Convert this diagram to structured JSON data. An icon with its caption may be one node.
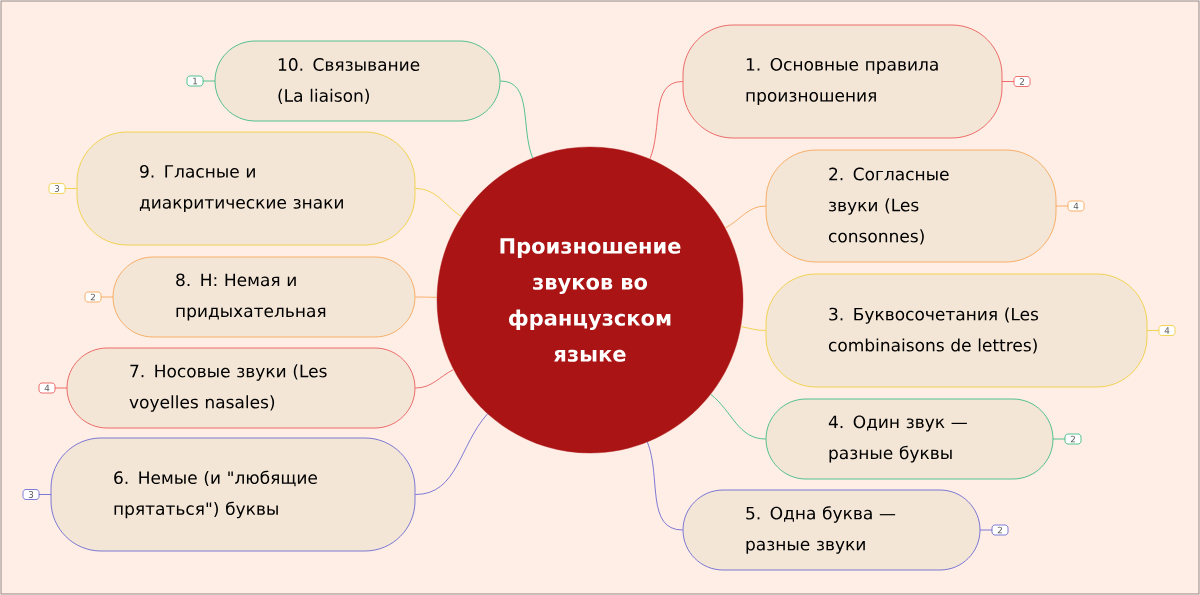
{
  "diagram": {
    "nodes": [
      {
        "text": [
          "Произношение звуков во французском языке"
        ]
      },
      {
        "text": [
          "1. Основные правила произношения"
        ],
        "beside": [
          "2"
        ]
      },
      {
        "text": [
          "2. Согласные звуки (Les consonnes)"
        ],
        "beside": [
          "4"
        ]
      },
      {
        "text": [
          "3. Буквосочетания (Les combinaisons de lettres)"
        ],
        "beside": [
          "4"
        ]
      },
      {
        "text": [
          "4. Один звук — разные буквы"
        ],
        "beside": [
          "2"
        ]
      },
      {
        "text": [
          "5. Одна буква — разные звуки"
        ],
        "beside": [
          "2"
        ]
      },
      {
        "text": [
          "6. Немые (и \"любящие прятаться\") буквы"
        ],
        "beside": [
          "3"
        ]
      },
      {
        "text": [
          "7. Носовые звуки (Les voyelles nasales)"
        ],
        "beside": [
          "4"
        ]
      },
      {
        "text": [
          "8. H: Немая и придыхательная"
        ],
        "beside": [
          "2"
        ]
      },
      {
        "text": [
          "9. Гласные и диакритические знаки"
        ],
        "beside": [
          "3"
        ]
      },
      {
        "text": [
          "10. Связывание (La liaison)"
        ],
        "beside": [
          "1"
        ]
      }
    ],
    "edges": [
      {
        "from": 0,
        "to": 1,
        "arrow": "none",
        "color": "#e84b4b"
      },
      {
        "from": 0,
        "to": 2,
        "arrow": "none",
        "color": "#f5a04a"
      },
      {
        "from": 0,
        "to": 3,
        "arrow": "none",
        "color": "#f0cc30"
      },
      {
        "from": 0,
        "to": 4,
        "arrow": "none",
        "color": "#2bb57a"
      },
      {
        "from": 0,
        "to": 5,
        "arrow": "none",
        "color": "#5a5ad0"
      },
      {
        "from": 0,
        "to": 6,
        "arrow": "none",
        "color": "#5a5ad0"
      },
      {
        "from": 0,
        "to": 7,
        "arrow": "none",
        "color": "#e84b4b"
      },
      {
        "from": 0,
        "to": 8,
        "arrow": "none",
        "color": "#f5a04a"
      },
      {
        "from": 0,
        "to": 9,
        "arrow": "none",
        "color": "#f0cc30"
      },
      {
        "from": 0,
        "to": 10,
        "arrow": "none",
        "color": "#2bb57a"
      }
    ]
  }
}
